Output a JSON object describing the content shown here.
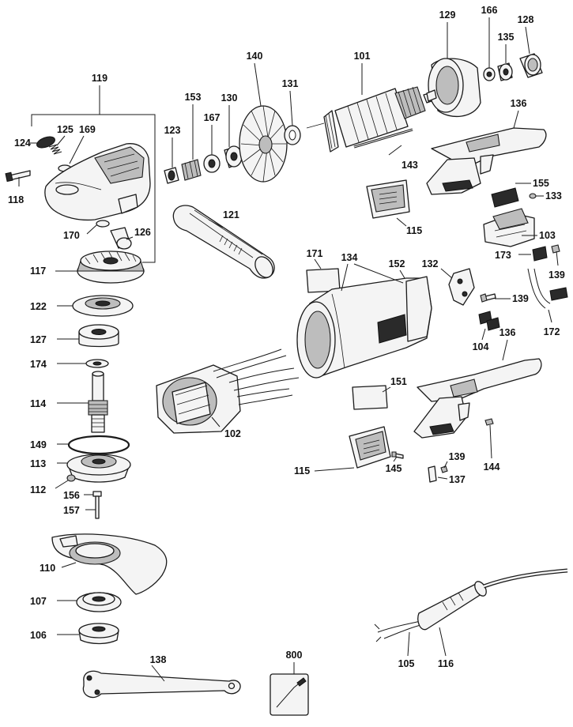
{
  "diagram": {
    "labels": {
      "l119": "119",
      "l124": "124",
      "l125": "125",
      "l169": "169",
      "l118": "118",
      "l170": "170",
      "l126": "126",
      "l117": "117",
      "l122": "122",
      "l127": "127",
      "l174": "174",
      "l114": "114",
      "l149": "149",
      "l113": "113",
      "l112": "112",
      "l156": "156",
      "l157": "157",
      "l110": "110",
      "l107": "107",
      "l106": "106",
      "l138": "138",
      "l800": "800",
      "l123": "123",
      "l153": "153",
      "l167": "167",
      "l130": "130",
      "l140": "140",
      "l131": "131",
      "l101": "101",
      "l129": "129",
      "l166": "166",
      "l135": "135",
      "l128": "128",
      "l136a": "136",
      "l143": "143",
      "l155": "155",
      "l133": "133",
      "l115a": "115",
      "l121": "121",
      "l103": "103",
      "l173": "173",
      "l139a": "139",
      "l171": "171",
      "l134": "134",
      "l152": "152",
      "l132": "132",
      "l139b": "139",
      "l172": "172",
      "l104": "104",
      "l136b": "136",
      "l151": "151",
      "l102": "102",
      "l115b": "115",
      "l145": "145",
      "l139c": "139",
      "l137": "137",
      "l144": "144",
      "l105": "105",
      "l116": "116"
    }
  }
}
